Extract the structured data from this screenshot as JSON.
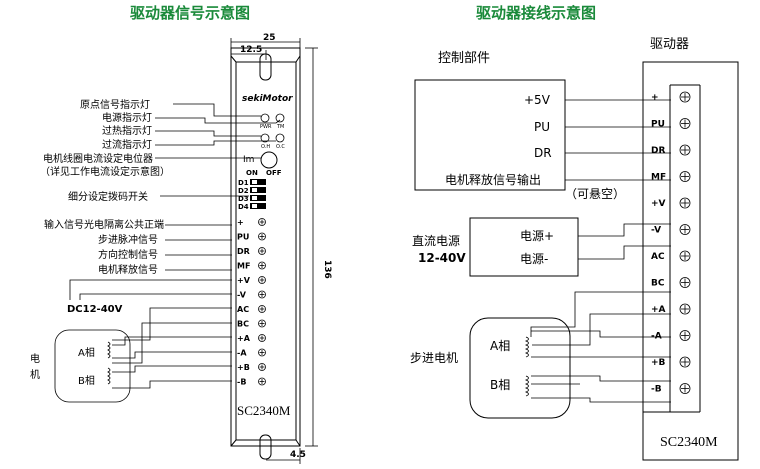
{
  "left_diagram": {
    "title": "驱动器信号示意图",
    "dimensions": {
      "width": "25",
      "half_width": "12.5",
      "height": "136",
      "bottom_offset": "4.5"
    },
    "brand_logo": "sekiMotor",
    "indicator_labels": [
      "PWR",
      "TM",
      "O.H",
      "O.C"
    ],
    "pot_label": "Im",
    "switch_labels": {
      "on": "ON",
      "off": "OFF",
      "dips": [
        "D1",
        "D2",
        "D3",
        "D4"
      ]
    },
    "callouts": [
      "原点信号指示灯",
      "电源指示灯",
      "过热指示灯",
      "过流指示灯",
      "电机线圈电流设定电位器",
      "（详见工作电流设定示意图）",
      "细分设定拨码开关",
      "输入信号光电隔离公共正端",
      "步进脉冲信号",
      "方向控制信号",
      "电机释放信号"
    ],
    "terminals": [
      "+",
      "PU",
      "DR",
      "MF",
      "+V",
      "-V",
      "AC",
      "BC",
      "+A",
      "-A",
      "+B",
      "-B"
    ],
    "power_label": "DC12-40V",
    "motor_label": [
      "电",
      "机"
    ],
    "phase_a": "A相",
    "phase_b": "B相",
    "model": "SC2340M"
  },
  "right_diagram": {
    "title": "驱动器接线示意图",
    "controller_title": "控制部件",
    "driver_title": "驱动器",
    "controller_signals": [
      "+5V",
      "PU",
      "DR",
      "电机释放信号输出"
    ],
    "float_note": "（可悬空）",
    "terminals": [
      "+",
      "PU",
      "DR",
      "MF",
      "+V",
      "-V",
      "AC",
      "BC",
      "+A",
      "-A",
      "+B",
      "-B"
    ],
    "dc_power_title": "直流电源",
    "dc_power_range": "12-40V",
    "power_pos": "电源+",
    "power_neg": "电源-",
    "motor_title": "步进电机",
    "phase_a": "A相",
    "phase_b": "B相",
    "model": "SC2340M"
  },
  "colors": {
    "title_green": "#1a8a3a",
    "line": "#000000"
  }
}
